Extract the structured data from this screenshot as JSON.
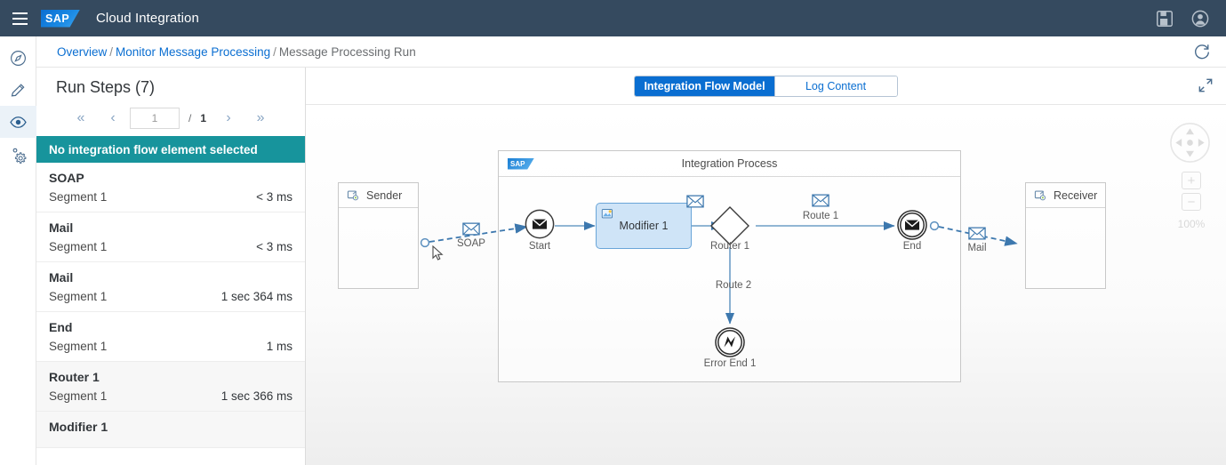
{
  "header": {
    "logo_text": "SAP",
    "app_title": "Cloud Integration",
    "menu_icon": "hamburger-menu-icon",
    "right_icons": [
      "notes-icon",
      "user-avatar-icon"
    ]
  },
  "rail": {
    "items": [
      {
        "name": "discover",
        "icon": "compass-icon",
        "active": false
      },
      {
        "name": "design",
        "icon": "pencil-icon",
        "active": false
      },
      {
        "name": "monitor",
        "icon": "eye-icon",
        "active": true
      },
      {
        "name": "settings",
        "icon": "gear-icon",
        "active": false
      }
    ]
  },
  "breadcrumb": {
    "items": [
      "Overview",
      "Monitor Message Processing",
      "Message Processing Run"
    ],
    "separator": "/",
    "refresh_icon": "refresh-icon"
  },
  "left_panel": {
    "title": "Run Steps (7)",
    "pager": {
      "first_icon": "«",
      "prev_icon": "‹",
      "current_page": "1",
      "separator": "/",
      "total_pages": "1",
      "next_icon": "›",
      "last_icon": "»"
    },
    "banner": "No integration flow element selected",
    "steps": [
      {
        "name": "SOAP",
        "segment": "Segment 1",
        "duration": "< 3 ms",
        "alt": false
      },
      {
        "name": "Mail",
        "segment": "Segment 1",
        "duration": "< 3 ms",
        "alt": false
      },
      {
        "name": "Mail",
        "segment": "Segment 1",
        "duration": "1 sec 364 ms",
        "alt": false
      },
      {
        "name": "End",
        "segment": "Segment 1",
        "duration": "1 ms",
        "alt": false
      },
      {
        "name": "Router 1",
        "segment": "Segment 1",
        "duration": "1 sec 366 ms",
        "alt": true
      },
      {
        "name": "Modifier 1",
        "segment": "",
        "duration": "",
        "alt": true
      }
    ]
  },
  "toolbar": {
    "tabs": [
      {
        "label": "Integration Flow Model",
        "active": true
      },
      {
        "label": "Log Content",
        "active": false
      }
    ],
    "fullscreen_icon": "fullscreen-icon"
  },
  "diagram": {
    "sender": {
      "label": "Sender",
      "icon": "participant-icon"
    },
    "receiver": {
      "label": "Receiver",
      "icon": "participant-icon"
    },
    "process": {
      "title": "Integration Process",
      "logo": "sap-logo-icon"
    },
    "nodes": [
      {
        "id": "start",
        "label": "Start",
        "icon": "message-start-event-icon"
      },
      {
        "id": "modifier",
        "label": "Modifier 1",
        "icon": "content-modifier-icon",
        "selected": true
      },
      {
        "id": "router",
        "label": "Router 1",
        "icon": "gateway-diamond-icon"
      },
      {
        "id": "end",
        "label": "End",
        "icon": "message-end-event-icon"
      },
      {
        "id": "errorend",
        "label": "Error End 1",
        "icon": "error-end-event-icon"
      }
    ],
    "connector_labels": [
      {
        "id": "soap",
        "label": "SOAP",
        "icon": "envelope-icon"
      },
      {
        "id": "route1",
        "label": "Route 1",
        "icon": "envelope-icon"
      },
      {
        "id": "route2",
        "label": "Route 2",
        "icon": ""
      },
      {
        "id": "mail",
        "label": "Mail",
        "icon": "envelope-icon"
      }
    ]
  },
  "zoom_controls": {
    "pan_icon": "pan-pad-icon",
    "zoom_in": "+",
    "zoom_out": "−",
    "level": "100%"
  },
  "colors": {
    "shell": "#354a5f",
    "accent": "#0a6ed1",
    "banner": "#17949c",
    "link": "#0a6ed1",
    "node_fill": "#cfe4f7",
    "connector": "#5b8fbe"
  }
}
